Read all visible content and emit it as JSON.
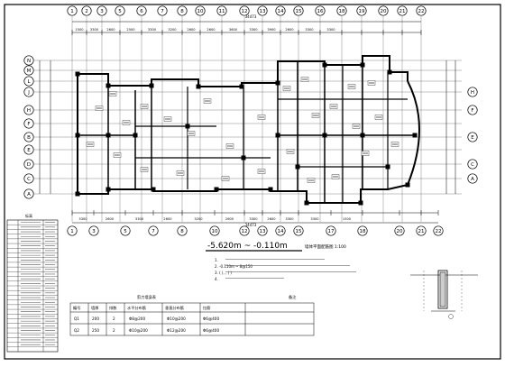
{
  "grid": {
    "top_axes": [
      "1",
      "2",
      "3",
      "5",
      "6",
      "7",
      "8",
      "10",
      "11",
      "12",
      "13",
      "14",
      "15",
      "16",
      "18",
      "19",
      "20",
      "21",
      "22"
    ],
    "bottom_axes": [
      "1",
      "3",
      "5",
      "7",
      "8",
      "10",
      "12",
      "13",
      "14",
      "15",
      "17",
      "18",
      "20",
      "21",
      "22"
    ],
    "left_axes": [
      "N",
      "M",
      "L",
      "J",
      "H",
      "F",
      "B",
      "E",
      "D",
      "C",
      "A"
    ],
    "right_axes": [
      "H",
      "F",
      "E",
      "C",
      "A"
    ],
    "top_dims": [
      "1500",
      "3300",
      "2600",
      "2500",
      "3300",
      "3200",
      "2600",
      "2600",
      "3600",
      "3300",
      "3900",
      "2600",
      "3300",
      "3300"
    ],
    "overall_dim": "34473",
    "bottom_dims": [
      "3300",
      "2600",
      "3300",
      "2600",
      "3200",
      "2600",
      "3300",
      "2600",
      "3300",
      "3300",
      "1500"
    ]
  },
  "title": "-5.620m ~ -0.110m",
  "title_suffix": "墙体平面配筋图  1:100",
  "notes": [
    "1.  ",
    "2.  -0.110m ~ 8@150  ",
    "3.  ( ),  , ( )",
    "4.  "
  ],
  "table": {
    "caption": "剪力墙身表",
    "remark_header": "备注",
    "headers": [
      "编号",
      "墙厚",
      "排数",
      "水平分布筋",
      "垂直分布筋",
      "拉筋"
    ],
    "rows": [
      [
        "Q1",
        "200",
        "2",
        "Φ8@200",
        "Φ10@200",
        "Φ6@400"
      ],
      [
        "Q2",
        "250",
        "2",
        "Φ10@200",
        "Φ12@200",
        "Φ6@400"
      ]
    ]
  },
  "level_table": {
    "title": "标高",
    "rows": 28
  }
}
